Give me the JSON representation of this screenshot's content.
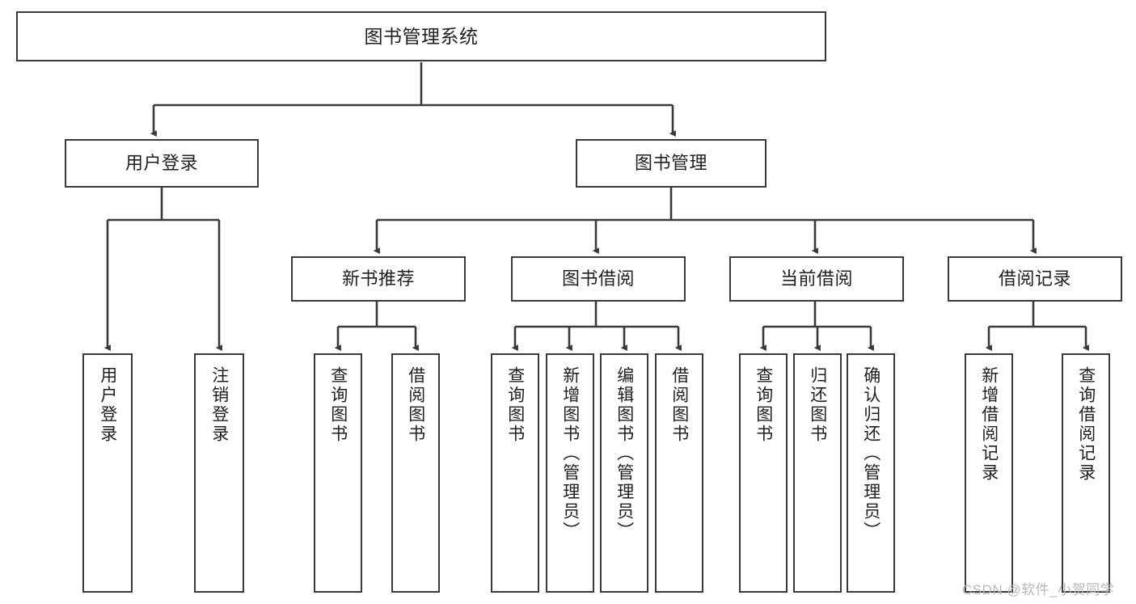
{
  "diagram": {
    "type": "tree",
    "title": "图书管理系统",
    "stroke_color": "#3a3a3a",
    "fill_color": "#ffffff",
    "text_color": "#1f1f1f",
    "root": {
      "label": "图书管理系统"
    },
    "level2": [
      {
        "label": "用户登录"
      },
      {
        "label": "图书管理"
      }
    ],
    "level3": [
      {
        "label": "新书推荐"
      },
      {
        "label": "图书借阅"
      },
      {
        "label": "当前借阅"
      },
      {
        "label": "借阅记录"
      }
    ],
    "leaves": {
      "user_login": [
        {
          "label": "用户登录"
        },
        {
          "label": "注销登录"
        }
      ],
      "new_book_recommend": [
        {
          "label": "查询图书"
        },
        {
          "label": "借阅图书"
        }
      ],
      "book_borrow": [
        {
          "label": "查询图书"
        },
        {
          "label": "新增图书（管理员）"
        },
        {
          "label": "编辑图书（管理员）"
        },
        {
          "label": "借阅图书"
        }
      ],
      "current_borrow": [
        {
          "label": "查询图书"
        },
        {
          "label": "归还图书"
        },
        {
          "label": "确认归还（管理员）"
        }
      ],
      "borrow_record": [
        {
          "label": "新增借阅记录"
        },
        {
          "label": "查询借阅记录"
        }
      ]
    }
  },
  "watermark": {
    "text": "CSDN @软件_小贺同学"
  }
}
